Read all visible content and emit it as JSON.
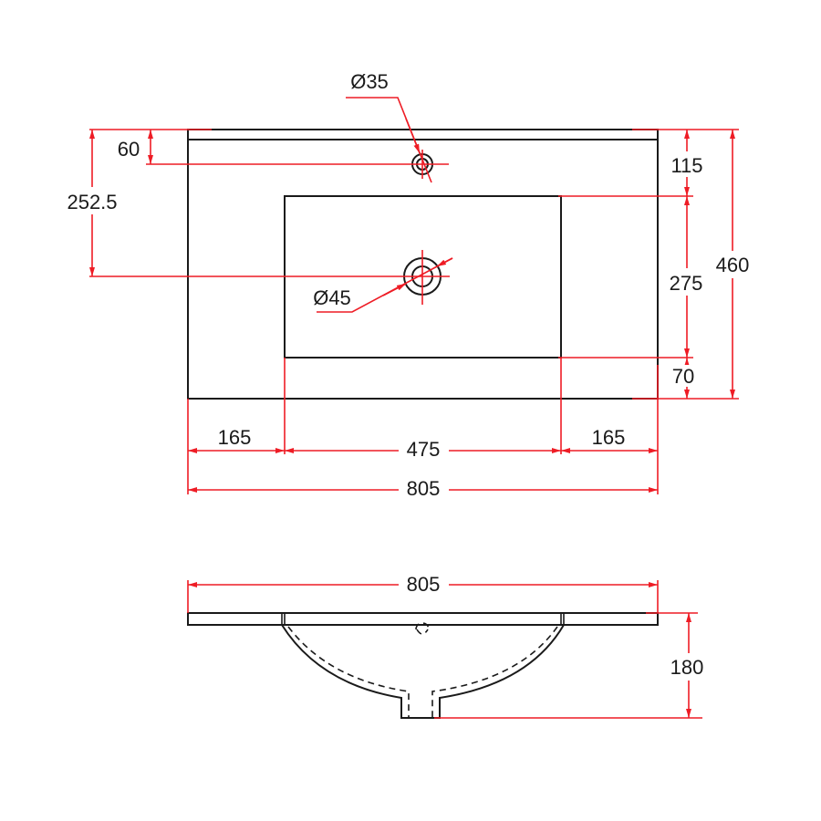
{
  "colors": {
    "outline": "#1a1a1a",
    "dimension": "#ee1c25",
    "background": "#ffffff"
  },
  "top_view": {
    "tap_hole_diameter": "Ø35",
    "drain_hole_diameter": "Ø45",
    "tap_hole_from_back": "60",
    "drain_center_from_back": "252.5",
    "back_to_bowl": "115",
    "bowl_depth": "275",
    "bowl_to_front": "70",
    "overall_depth": "460",
    "left_margin": "165",
    "bowl_width": "475",
    "right_margin": "165",
    "overall_width": "805"
  },
  "side_view": {
    "overall_width": "805",
    "overall_height": "180"
  }
}
